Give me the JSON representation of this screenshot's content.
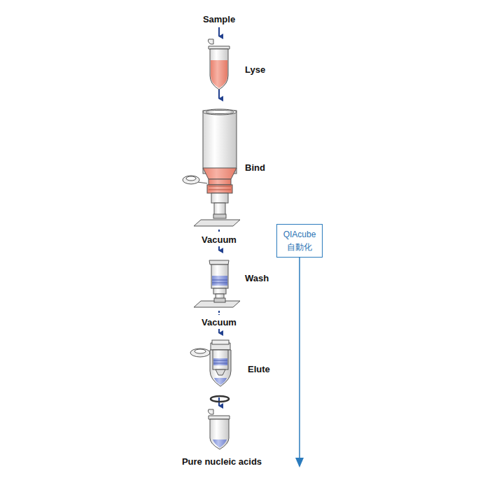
{
  "diagram": {
    "nodes": [
      {
        "text": [
          "QIAcube 自動化"
        ]
      }
    ],
    "labels": [
      "Sample",
      "Lyse",
      "Bind",
      "Vacuum",
      "Wash",
      "Vacuum",
      "Elute",
      "Pure nucleic acids"
    ]
  }
}
